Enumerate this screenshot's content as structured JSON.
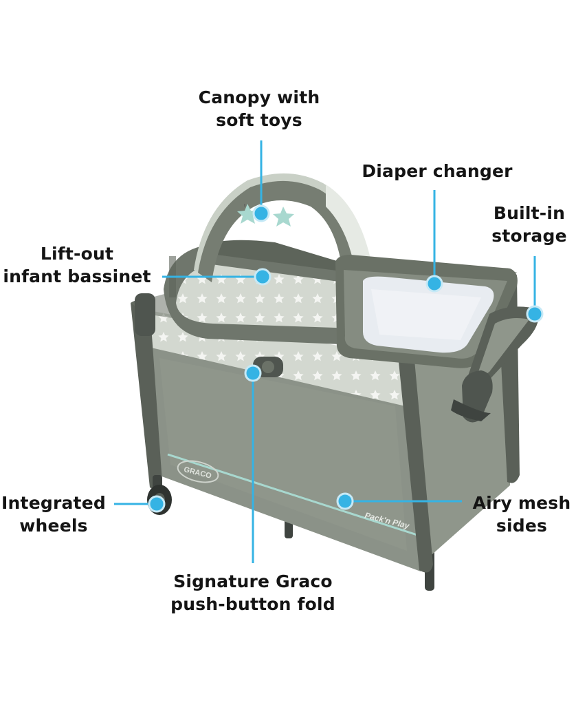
{
  "callouts": {
    "canopy": "Canopy with\nsoft toys",
    "diaper_changer": "Diaper changer",
    "storage": "Built-in\nstorage",
    "bassinet": "Lift-out\ninfant bassinet",
    "wheels": "Integrated\nwheels",
    "mesh": "Airy mesh\nsides",
    "fold": "Signature Graco\npush-button fold"
  },
  "product": {
    "logo": "GRACO",
    "badge": "Pack'n Play"
  },
  "colors": {
    "accent": "#35b3e4",
    "frame": "#5a6058",
    "fabric": "#7a8176",
    "mesh": "#9aa196",
    "panel": "#d5dad2",
    "toy": "#a8d8cf",
    "pad": "#e8ecf1"
  }
}
